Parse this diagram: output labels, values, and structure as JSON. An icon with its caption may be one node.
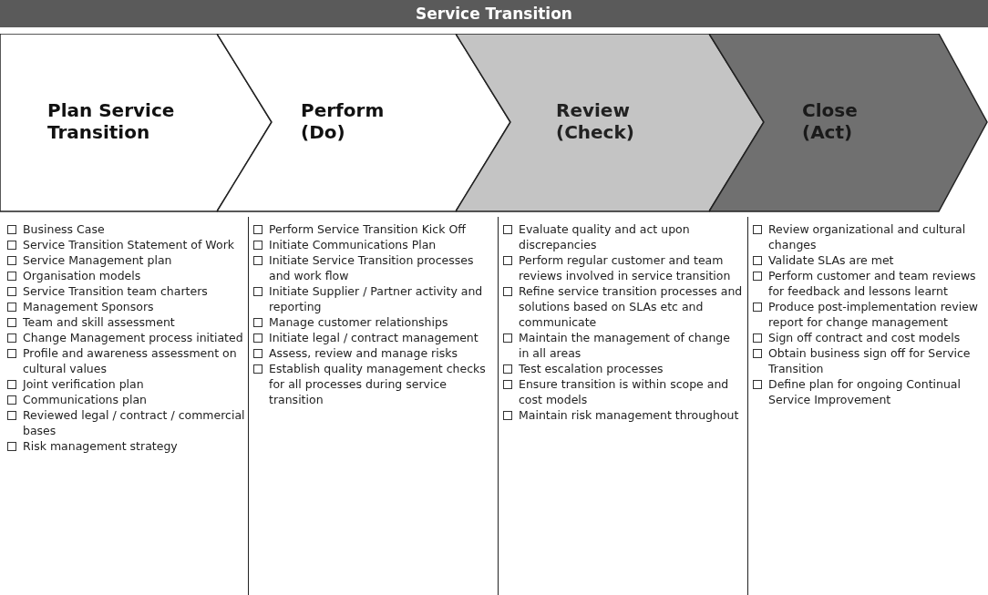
{
  "diagram": {
    "title": "Service Transition",
    "nodes": [
      {
        "text": [
          "Plan Service Transition"
        ]
      },
      {
        "text": [
          "Perform (Do)"
        ]
      },
      {
        "text": [
          "Review (Check)"
        ]
      },
      {
        "text": [
          "Close (Act)"
        ]
      },
      {
        "text": [
          "Business Case",
          "Service Transition Statement of Work",
          "Service Management plan",
          "Organisation models",
          "Service Transition team charters",
          "Management Sponsors",
          "Team and skill assessment",
          "Change Management process initiated",
          "Profile and awareness assessment on cultural values",
          "Joint verification plan",
          "Communications plan",
          "Reviewed legal / contract / commercial bases",
          "Risk management strategy"
        ]
      },
      {
        "text": [
          "Perform Service Transition Kick Off",
          "Initiate Communications Plan",
          "Initiate Service Transition processes and work flow",
          "Initiate Supplier / Partner activity and reporting",
          "Manage customer relationships",
          "Initiate legal / contract management",
          "Assess, review and manage risks",
          "Establish quality management checks for all processes during service transition"
        ]
      },
      {
        "text": [
          "Evaluate quality and act upon discrepancies",
          "Perform regular customer and team reviews involved in service transition",
          "Refine service transition processes and solutions based on SLAs etc and communicate",
          "Maintain the management of change in all areas",
          "Test escalation processes",
          "Ensure transition is within scope and cost models",
          "Maintain risk management throughout"
        ]
      },
      {
        "text": [
          "Review organizational and cultural changes",
          "Validate SLAs are met",
          "Perform customer and team reviews for feedback and lessons learnt",
          "Produce post-implementation review report for change management",
          "Sign off contract and cost models",
          "Obtain business sign off for Service Transition",
          "Define plan for ongoing Continual Service Improvement"
        ]
      }
    ],
    "edges": []
  }
}
